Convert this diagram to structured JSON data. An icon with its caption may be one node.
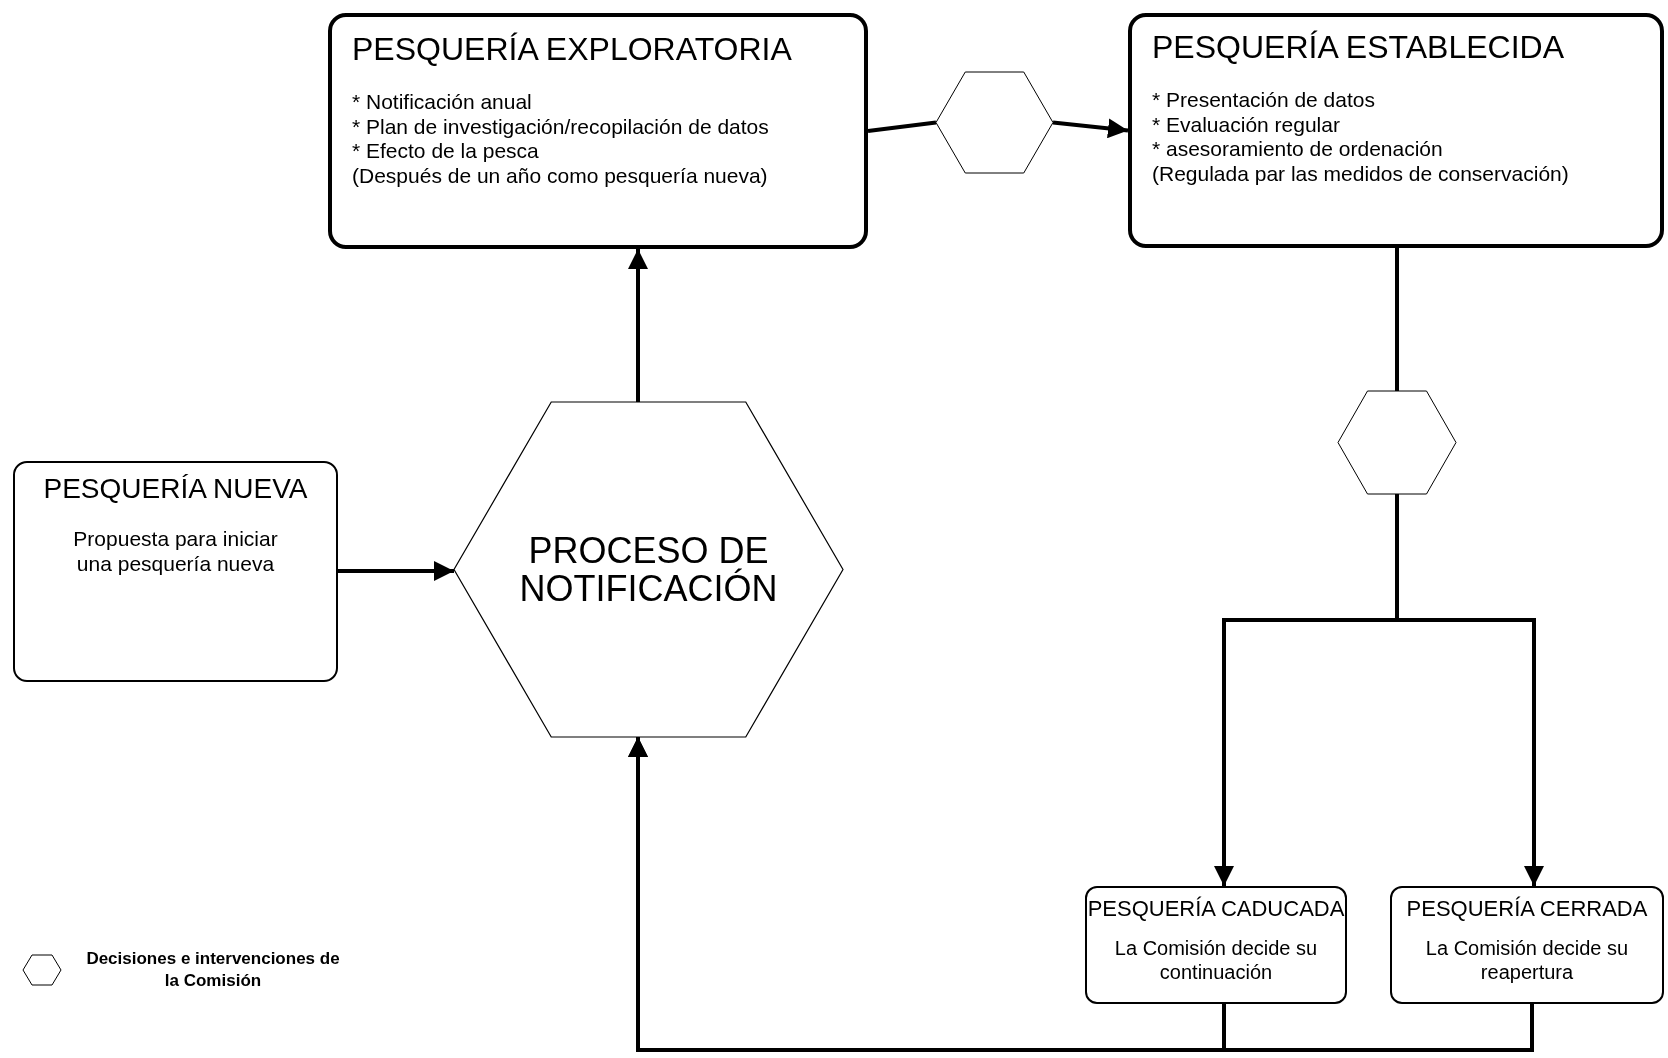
{
  "diagram": {
    "nodes": [
      {
        "text": [
          "PESQUERÍA EXPLORATORIA",
          "* Notificación anual",
          "* Plan de investigación/recopilación de datos",
          "* Efecto de la pesca",
          "(Después de un año como pesquería nueva)"
        ]
      },
      {
        "text": [],
        "shape": "hexagon"
      },
      {
        "text": [
          "PESQUERÍA ESTABLECIDA",
          "* Presentación de datos",
          "* Evaluación regular",
          "* asesoramiento de ordenación",
          "(Regulada par las medidos de conservación)"
        ]
      },
      {
        "text": [],
        "shape": "hexagon"
      },
      {
        "text": [
          "PESQUERÍA NUEVA",
          "Propuesta para iniciar una pesquería nueva"
        ]
      },
      {
        "text": [
          "PROCESO DE NOTIFICACIÓN"
        ]
      },
      {
        "text": [
          "PESQUERÍA CADUCADA",
          "La Comisión decide su continuación"
        ]
      },
      {
        "text": [
          "PESQUERÍA CERRADA",
          "La Comisión decide su reapertura"
        ]
      }
    ],
    "edges": [
      {
        "from": 0,
        "to": 1,
        "arrow": "none"
      },
      {
        "from": 1,
        "to": 2,
        "arrow": "to"
      },
      {
        "from": 4,
        "to": 5,
        "arrow": "to"
      },
      {
        "from": 5,
        "to": 0,
        "arrow": "to"
      },
      {
        "from": 2,
        "to": 3,
        "arrow": "none"
      },
      {
        "from": 3,
        "to": 6,
        "arrow": "to"
      },
      {
        "from": 3,
        "to": 7,
        "arrow": "to"
      },
      {
        "from": 6,
        "to": 5,
        "arrow": "to"
      },
      {
        "from": 7,
        "to": 5,
        "arrow": "to"
      }
    ],
    "legend": [
      {
        "text": "Decisiones e intervenciones de la Comisión"
      }
    ]
  }
}
